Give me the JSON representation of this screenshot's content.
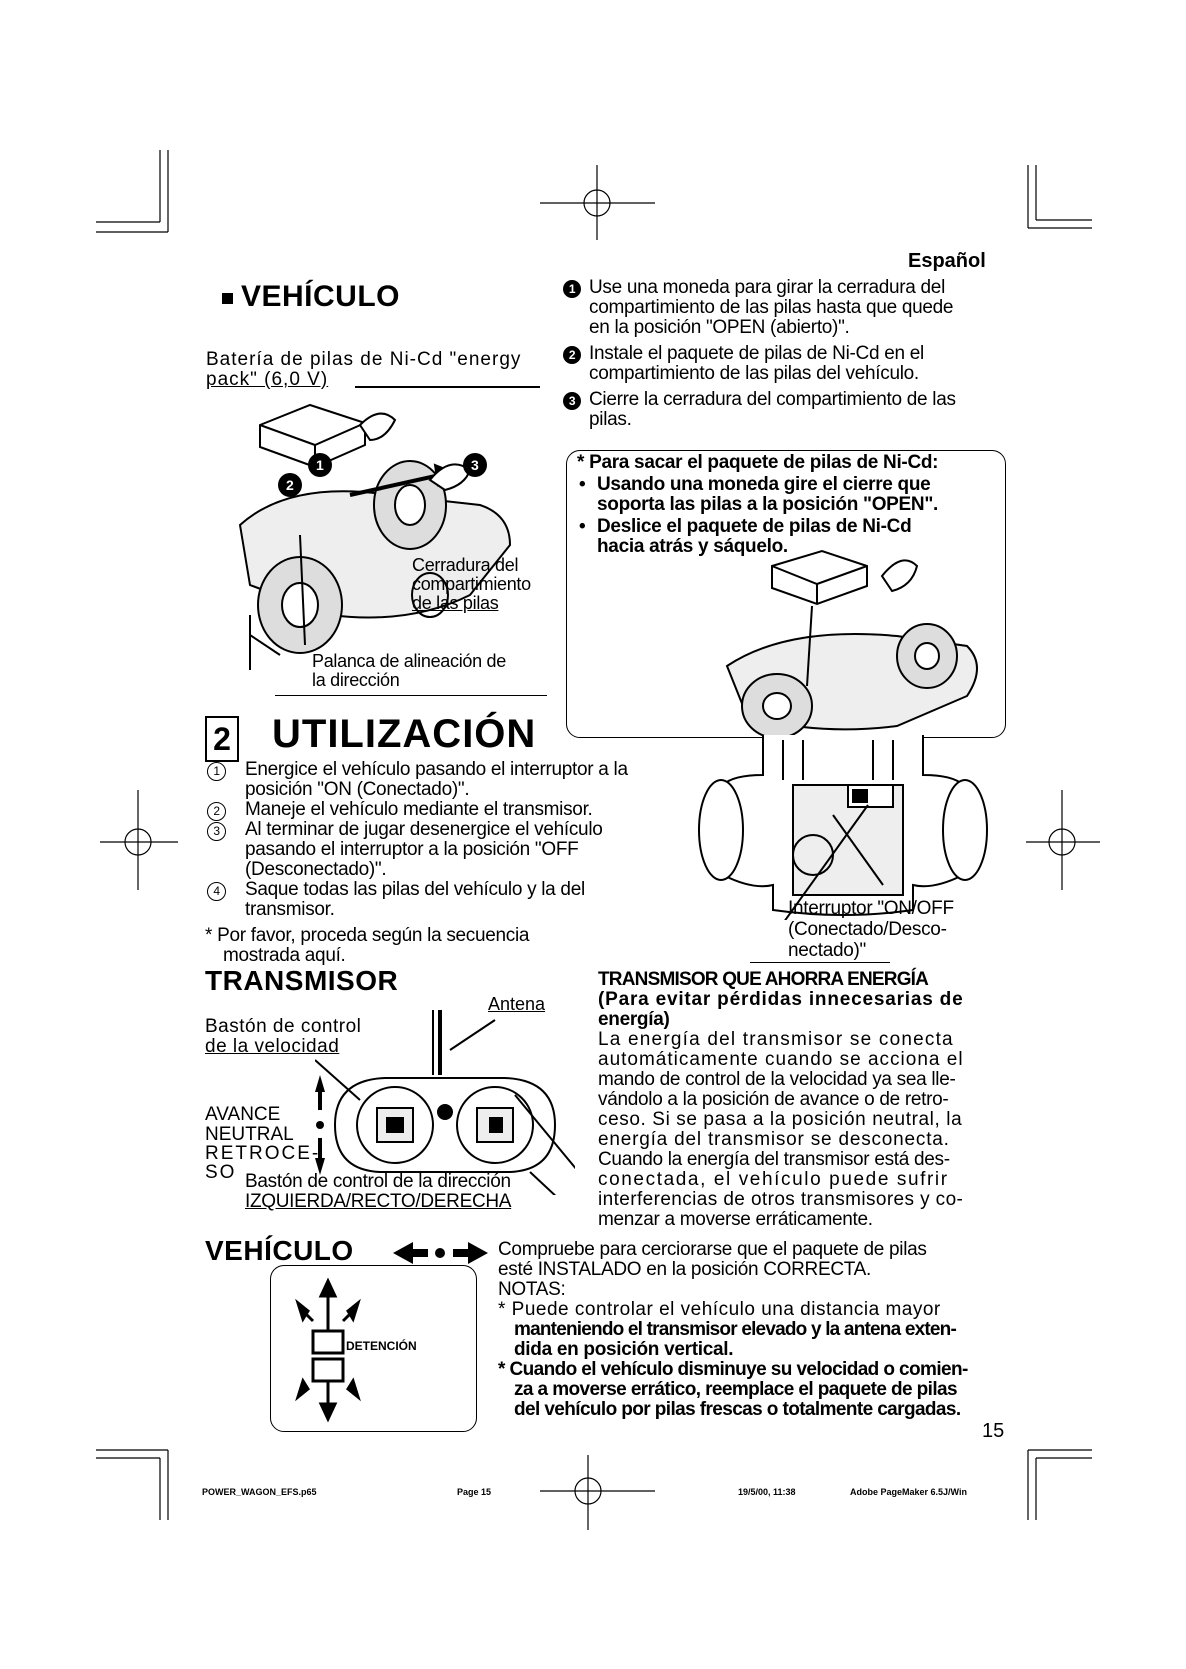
{
  "header": {
    "language": "Español"
  },
  "vehicle_section": {
    "title": "VEHÍCULO",
    "battery_caption": [
      "Batería de pilas de Ni-Cd \"energy",
      "pack\" (6,0 V)"
    ],
    "callout_lock": [
      "Cerradura del",
      "compartimiento",
      "de las pilas"
    ],
    "callout_lever": [
      "Palanca de alineación de",
      "la dirección"
    ]
  },
  "steps": [
    {
      "num": "1",
      "lines": [
        "Use una moneda para girar la cerradura del",
        "compartimiento de las pilas hasta que quede",
        "en la posición \"OPEN (abierto)\"."
      ]
    },
    {
      "num": "2",
      "lines": [
        "Instale el paquete de pilas de Ni-Cd en el",
        "compartimiento de las pilas del vehículo."
      ]
    },
    {
      "num": "3",
      "lines": [
        "Cierre la cerradura del compartimiento de las",
        "pilas."
      ]
    }
  ],
  "removal_box": {
    "title": "* Para sacar el paquete de pilas de Ni-Cd:",
    "items": [
      [
        "Usando una moneda gire el cierre que",
        "soporta las pilas a la posición \"OPEN\"."
      ],
      [
        "Deslice el paquete de pilas de Ni-Cd",
        "hacia atrás y sáquelo."
      ]
    ]
  },
  "utilizacion": {
    "number": "2",
    "title": "UTILIZACIÓN",
    "items": [
      {
        "num": "1",
        "lines": [
          "Energice el vehículo pasando el interruptor a la",
          "posición \"ON (Conectado)\"."
        ]
      },
      {
        "num": "2",
        "lines": [
          "Maneje el vehículo mediante el transmisor."
        ]
      },
      {
        "num": "3",
        "lines": [
          "Al terminar de jugar desenergice el vehículo",
          "pasando el interruptor a la posición \"OFF",
          "(Desconectado)\"."
        ]
      },
      {
        "num": "4",
        "lines": [
          "Saque todas las pilas del vehículo y la del",
          "transmisor."
        ]
      }
    ],
    "note": [
      "* Por favor, proceda según la secuencia",
      "mostrada aquí."
    ],
    "switch_callout": [
      "Interruptor \"ON/OFF",
      "(Conectado/Desco-",
      "nectado)\""
    ]
  },
  "transmisor": {
    "title": "TRANSMISOR",
    "antenna": "Antena",
    "speed_stick": [
      "Bastón de control",
      "de la velocidad"
    ],
    "avance": "AVANCE",
    "neutral": "NEUTRAL",
    "retroceso": [
      "RETROCE-",
      "SO"
    ],
    "steer_stick": [
      "Bastón de control de la dirección",
      "IZQUIERDA/RECTO/DERECHA"
    ]
  },
  "energy_saving": {
    "title": "TRANSMISOR QUE AHORRA ENERGÍA",
    "subtitle": [
      "(Para evitar pérdidas innecesarias de",
      "energía)"
    ],
    "body": [
      "La energía del transmisor se conecta",
      "automáticamente cuando se acciona el",
      "mando de control de la velocidad ya sea lle-",
      "vándolo a la posición de avance o de retro-",
      "ceso. Si se pasa a la posición neutral, la",
      "energía del transmisor se desconecta.",
      "Cuando la energía del transmisor está des-",
      "conectada, el vehículo puede sufrir",
      "interferencias de otros transmisores y co-",
      "menzar a moverse erráticamente."
    ]
  },
  "vehicle_control": {
    "title": "VEHÍCULO",
    "detention": "DETENCIÓN",
    "check": [
      "Compruebe para cerciorarse que el paquete de pilas",
      "esté INSTALADO en la posición CORRECTA."
    ],
    "notes_title": "NOTAS:",
    "notes": [
      [
        "* Puede controlar el vehículo una distancia mayor",
        "manteniendo el transmisor elevado y la antena exten-",
        "dida en posición vertical."
      ],
      [
        "* Cuando el vehículo disminuye su velocidad o comien-",
        "za a moverse errático, reemplace el paquete de pilas",
        "del vehículo por pilas frescas o totalmente cargadas."
      ]
    ]
  },
  "page_number": "15",
  "footer": {
    "file": "POWER_WAGON_EFS.p65",
    "page": "Page 15",
    "date": "19/5/00, 11:38",
    "app": "Adobe PageMaker 6.5J/Win"
  }
}
